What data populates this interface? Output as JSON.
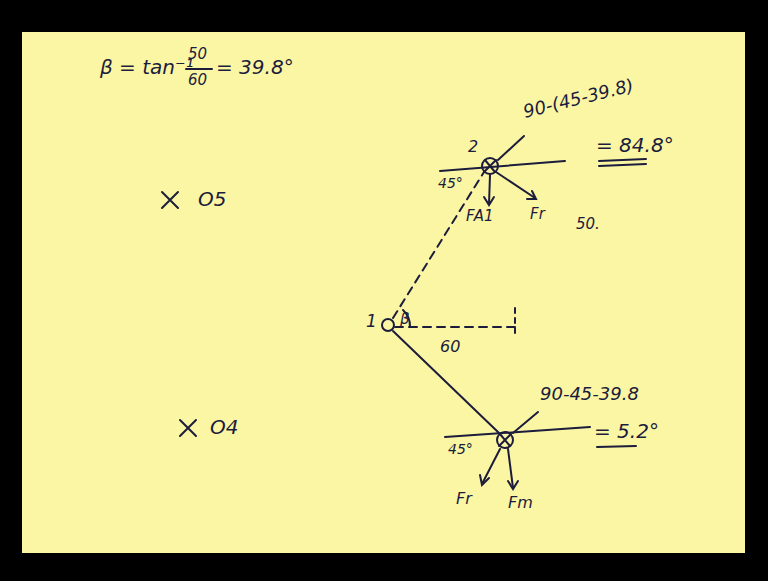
{
  "diagram": {
    "labels": [
      "β = tan⁻¹",
      "50",
      "60",
      "= 39.8°",
      "O5",
      "O4",
      "1",
      "β",
      "60",
      "2",
      "45°",
      "90-(45-39.8)",
      "= 84.8°",
      "FA1",
      "Fr",
      "50.",
      "90-45-39.8",
      "= 5.2°",
      "45°",
      "Fr",
      "Fm"
    ]
  }
}
